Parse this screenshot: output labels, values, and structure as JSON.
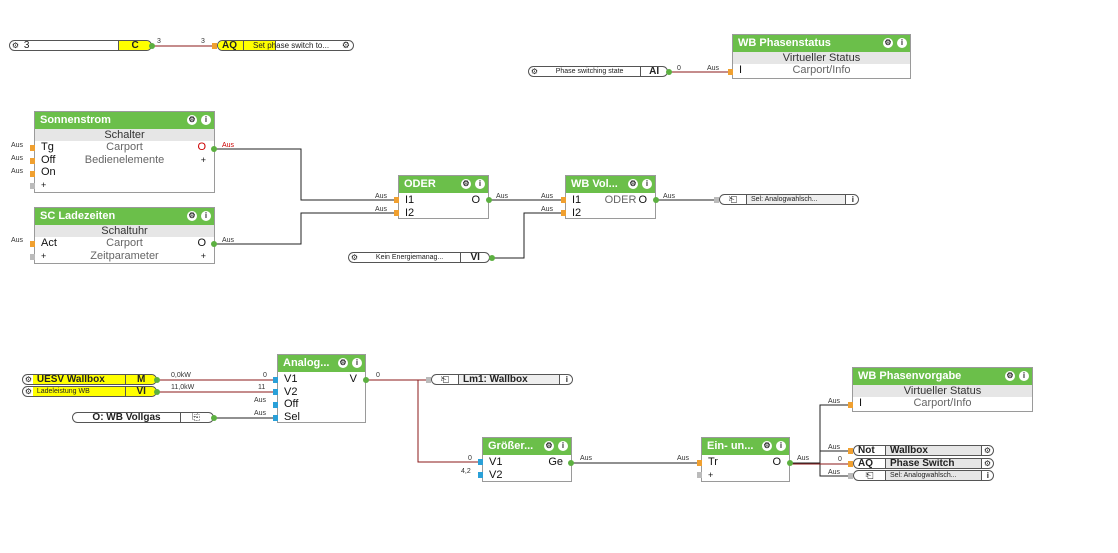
{
  "wire_labels": {
    "w_top_3a": "3",
    "w_top_3b": "3",
    "w_top_0": "0",
    "w_top_aus": "Aus",
    "w_ss_in1": "Aus",
    "w_ss_in2": "Aus",
    "w_ss_in3": "Aus",
    "w_ss_out": "Aus",
    "w_sc_in": "Aus",
    "w_sc_out": "Aus",
    "w_oder_in1": "Aus",
    "w_oder_in2": "Aus",
    "w_oder_out": "Aus",
    "w_wbv_in1": "Aus",
    "w_wbv_in2": "Aus",
    "w_wbv_out": "Aus",
    "w_an_v1": "0",
    "w_an_v2": "11",
    "w_an_off": "Aus",
    "w_an_sel": "Aus",
    "w_uesv_val": "0,0kW",
    "w_lade_val": "11,0kW",
    "w_an_out": "0",
    "w_gr_v1": "0",
    "w_gr_v2": "4,2",
    "w_gr_out": "Aus",
    "w_eu_in": "Aus",
    "w_eu_out": "Aus",
    "w_pv_in": "Aus",
    "w_not_in": "Aus",
    "w_aq_in": "0",
    "w_sel_in": "Aus"
  },
  "top_chain": {
    "const_value": "3",
    "const_type": "C",
    "aq_label": "AQ",
    "aq_text": "Set phase switch to..."
  },
  "phase_input": {
    "text": "Phase switching state",
    "type": "AI"
  },
  "wb_phasenstatus": {
    "title": "WB Phasenstatus",
    "subtitle": "Virtueller Status",
    "row_left": "I",
    "row_mid": "Carport/Info"
  },
  "sonnenstrom": {
    "title": "Sonnenstrom",
    "subtitle": "Schalter",
    "rows": [
      {
        "left": "Tg",
        "mid": "Carport",
        "right": "O"
      },
      {
        "left": "Off",
        "mid": "Bedienelemente",
        "right": "+"
      },
      {
        "left": "On",
        "mid": "",
        "right": ""
      },
      {
        "left": "+",
        "mid": "",
        "right": ""
      }
    ]
  },
  "sc_ladezeiten": {
    "title": "SC Ladezeiten",
    "subtitle": "Schaltuhr",
    "rows": [
      {
        "left": "Act",
        "mid": "Carport",
        "right": "O"
      },
      {
        "left": "+",
        "mid": "Zeitparameter",
        "right": "+"
      }
    ]
  },
  "oder": {
    "title": "ODER",
    "in1": "I1",
    "in2": "I2",
    "out": "O"
  },
  "wb_voll": {
    "title": "WB Vol...",
    "in1": "I1",
    "in2": "I2",
    "mid": "ODER",
    "out": "O"
  },
  "kein_energie": {
    "text": "Kein Energiemanag...",
    "type": "VI"
  },
  "sel_analog_top": {
    "text": "Sel: Analogwahlsch..."
  },
  "uesv": {
    "text": "UESV Wallbox",
    "type": "M"
  },
  "ladeleistung": {
    "text": "Ladeleistung WB",
    "type": "VI"
  },
  "wb_vollgas": {
    "text": "O: WB Vollgas"
  },
  "analog": {
    "title": "Analog...",
    "out": "V",
    "inputs": [
      "V1",
      "V2",
      "Off",
      "Sel"
    ]
  },
  "lm1": {
    "text": "Lm1: Wallbox"
  },
  "groesser": {
    "title": "Größer...",
    "in1": "V1",
    "in2": "V2",
    "out": "Ge"
  },
  "ein_un": {
    "title": "Ein- un...",
    "in1": "Tr",
    "in2": "+",
    "out": "O"
  },
  "wb_phasenvorgabe": {
    "title": "WB Phasenvorgabe",
    "subtitle": "Virtueller Status",
    "row_left": "I",
    "row_mid": "Carport/Info"
  },
  "outputs_right": [
    {
      "code": "Not",
      "name": "Wallbox"
    },
    {
      "code": "AQ",
      "name": "Phase Switch"
    },
    {
      "code": "",
      "name": "Sel: Analogwahlsch..."
    }
  ],
  "colors": {
    "header_green": "#6bbf4a",
    "wire_red": "#8b1a1a",
    "input_orange": "#f0a030",
    "input_blue": "#2aa0d8",
    "const_yellow": "#ffff00"
  }
}
